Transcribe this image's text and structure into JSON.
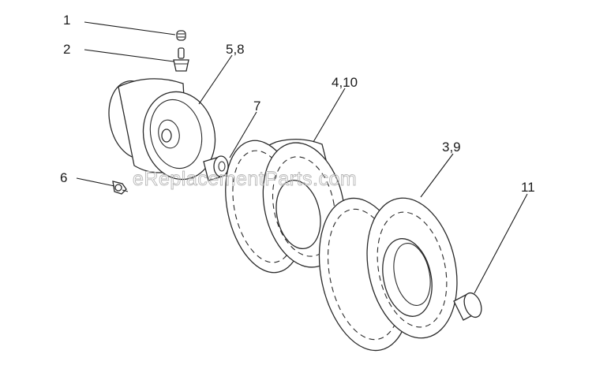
{
  "watermark": "eReplacementParts.com",
  "callouts": {
    "c1": "1",
    "c2": "2",
    "c58": "5,8",
    "c7": "7",
    "c410": "4,10",
    "c39": "3,9",
    "c6": "6",
    "c11": "11"
  },
  "colors": {
    "line": "#2a2a2a",
    "watermark": "#b8b8b8",
    "background": "#ffffff"
  }
}
